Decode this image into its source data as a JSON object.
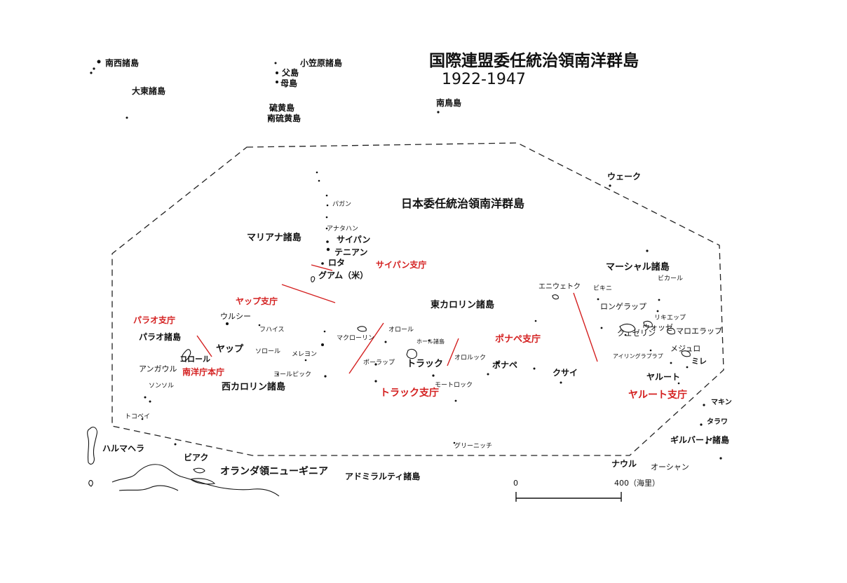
{
  "title": "国際連盟委任統治領南洋群島",
  "years": "1922-1947",
  "region_label": "日本委任統治領南洋群島",
  "colors": {
    "branch": "#d42020",
    "ink": "#111111",
    "border": "#222222"
  },
  "labels": {
    "nansei": "南西諸島",
    "daito": "大東諸島",
    "ogasawara": "小笠原諸島",
    "chichi": "父島",
    "haha": "母島",
    "iwo": "硫黄島",
    "minami_iwo": "南硫黄島",
    "minamitori": "南鳥島",
    "wake": "ウェーク",
    "pagan": "パガン",
    "anatahan": "アナタハン",
    "mariana": "マリアナ諸島",
    "saipan": "サイパン",
    "tinian": "テニアン",
    "rota": "ロタ",
    "guam": "グアム（米）",
    "marshall": "マーシャル諸島",
    "bikini": "ビキニ",
    "bikar": "ビカール",
    "enewetak": "エニウェトク",
    "rongelap": "ロンゲラップ",
    "likiep": "リキエップ",
    "wotje": "ウォッゼ",
    "kwajalein": "クェゼリン",
    "maloelap": "マロエラップ",
    "ailinglaplap": "アイリングラプラプ",
    "majuro": "メジュロ",
    "mili": "ミレ",
    "jaluit": "ヤルート",
    "east_caroline": "東カロリン諸島",
    "ulithi": "ウルシー",
    "fais": "フハイス",
    "palau": "パラオ諸島",
    "yap": "ヤップ",
    "sorol": "ソロール",
    "eauripik": "メレヨン",
    "woleai": "ヨールピック",
    "koror": "コロール",
    "angaur": "アンガウル",
    "sonsorol": "ソンソル",
    "tobi": "トコベイ",
    "west_caroline": "西カロリン諸島",
    "namonuito": "マクローリン",
    "oroluk_n": "オロール",
    "hall": "ホール諸島",
    "puluwat": "ポーラップ",
    "truk": "トラック",
    "oroluk": "オロルック",
    "ponape": "ポナペ",
    "mortlock": "モートロック",
    "kusaie": "クサイ",
    "greenwich": "グリーニッチ",
    "makin": "マキン",
    "tarawa": "タラワ",
    "gilbert": "ギルバート諸島",
    "nauru": "ナウル",
    "ocean": "オーシャン",
    "halmahera": "ハルマヘラ",
    "biak": "ビアク",
    "dutch_ng": "オランダ領ニューギニア",
    "admiralty": "アドミラルティ諸島"
  },
  "branches": {
    "saipan": "サイパン支庁",
    "yap": "ヤップ支庁",
    "palau": "パラオ支庁",
    "nanyo_hq": "南洋庁本庁",
    "truk": "トラック支庁",
    "ponape": "ポナペ支庁",
    "jaluit": "ヤルート支庁"
  },
  "scale": {
    "zero": "0",
    "max": "400（海里）"
  }
}
